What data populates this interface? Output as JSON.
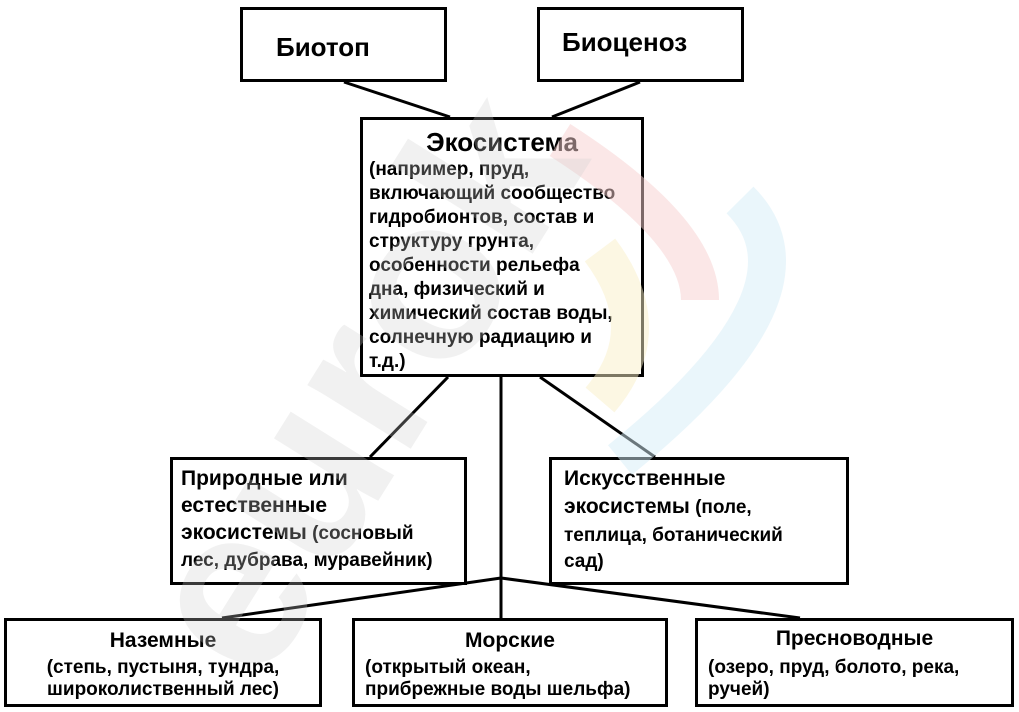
{
  "top_nodes": {
    "biotop": "Биотоп",
    "biocenoz": "Биоценоз"
  },
  "ecosystem": {
    "title": "Экосистема",
    "lines": [
      "(например, пруд,",
      "включающий сообщество",
      "гидробионтов, состав и",
      "структуру грунта,",
      "особенности рельефа",
      "дна, физический и",
      "химический состав воды,",
      "солнечную радиацию и",
      "т.д.)"
    ]
  },
  "natural": {
    "line1": "Природные или",
    "line2": "естественные",
    "line3_bold": "экосистемы",
    "line3_rest": " (сосновый",
    "line4": "лес, дубрава, муравейник)"
  },
  "artificial": {
    "line1": "Искусственные",
    "line2_bold": "экосистемы",
    "line2_rest": " (поле,",
    "line3": "теплица, ботанический",
    "line4": "сад)"
  },
  "bottom": {
    "land": {
      "title": "Наземные",
      "line1": "(степь, пустыня, тундра,",
      "line2": "широколиственный лес)"
    },
    "sea": {
      "title": "Морские",
      "line1": "(открытый океан,",
      "line2": "прибрежные воды шельфа)"
    },
    "fresh": {
      "title": "Пресноводные",
      "line1": "(озеро, пруд, болото, река,",
      "line2": "ручей)"
    }
  },
  "watermark": "eurok",
  "colors": {
    "lines": "#000000",
    "watermark_gray": "#d9d9d9",
    "watermark_red": "#f7d0d0",
    "watermark_yellow": "#faf0c8",
    "watermark_blue": "#d6eef7"
  }
}
